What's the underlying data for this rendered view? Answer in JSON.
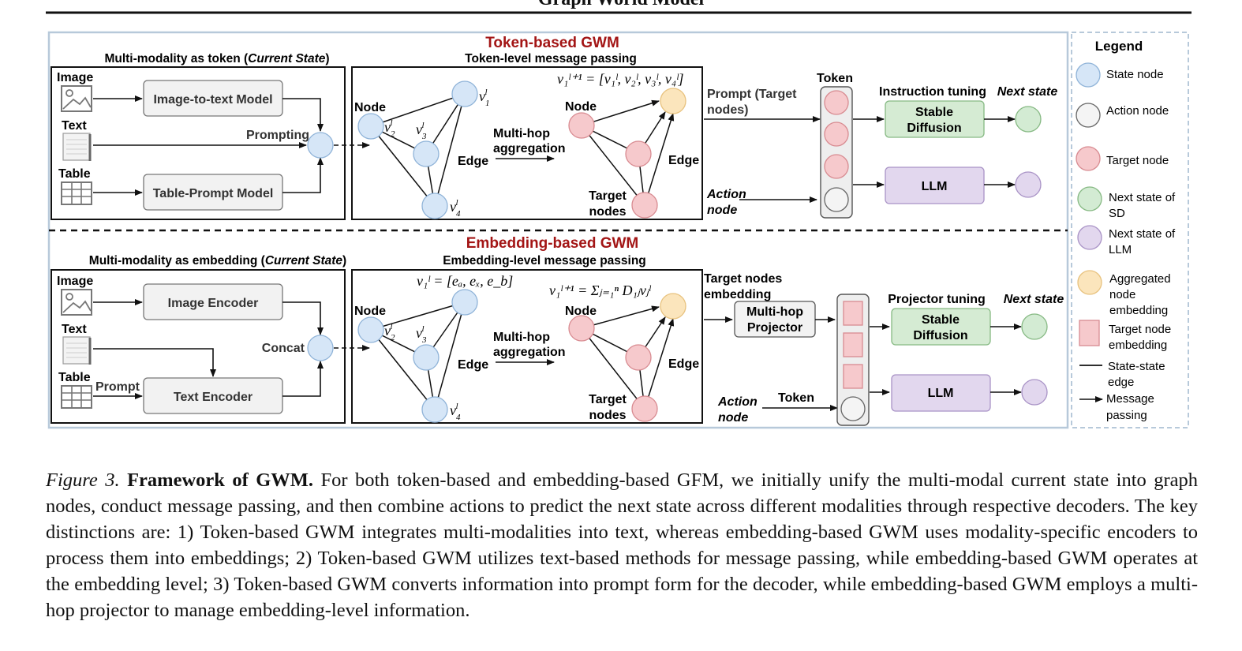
{
  "page_header": "Graph World Model",
  "figure": {
    "token_section": {
      "title": "Token-based GWM",
      "left_title_prefix": "Multi-modality as token (",
      "left_title_italic": "Current State",
      "left_title_suffix": ")",
      "mid_title": "Token-level message passing",
      "image_label": "Image",
      "text_label": "Text",
      "table_label": "Table",
      "model_top": "Image-to-text Model",
      "model_bottom": "Table-Prompt Model",
      "join_label": "Prompting",
      "node_label": "Node",
      "edge_label": "Edge",
      "v1": "v",
      "multihop_1": "Multi-hop",
      "multihop_2": "aggregation",
      "target_nodes_1": "Target",
      "target_nodes_2": "nodes",
      "formula": "v₁ˡ⁺¹ = [v₁ˡ, v₂ˡ, v₃ˡ, v₄ˡ]",
      "prompt_1": "Prompt (Target",
      "prompt_2": "nodes)",
      "action_1": "Action",
      "action_2": "node",
      "token_label": "Token",
      "tuning_label": "Instruction tuning",
      "next_state_label": "Next state",
      "sd_1": "Stable",
      "sd_2": "Diffusion",
      "llm": "LLM"
    },
    "embedding_section": {
      "title": "Embedding-based GWM",
      "left_title_prefix": "Multi-modality as embedding (",
      "left_title_italic": "Current State",
      "left_title_suffix": ")",
      "mid_title": "Embedding-level message passing",
      "image_label": "Image",
      "text_label": "Text",
      "table_label": "Table",
      "prompt_label": "Prompt",
      "model_top": "Image Encoder",
      "model_bottom": "Text Encoder",
      "join_label": "Concat",
      "node_label": "Node",
      "edge_label": "Edge",
      "multihop_1": "Multi-hop",
      "multihop_2": "aggregation",
      "target_nodes_1": "Target",
      "target_nodes_2": "nodes",
      "formula_1": "v₁ˡ = [eₐ, eₓ, e_b]",
      "formula_2": "v₁ˡ⁺¹ = Σⱼ₌₁ⁿ D₁ⱼvⱼˡ",
      "target_emb_1": "Target nodes",
      "target_emb_2": "embedding",
      "projector_1": "Multi-hop",
      "projector_2": "Projector",
      "action_1": "Action",
      "action_2": "node",
      "token_label": "Token",
      "tuning_label": "Projector tuning",
      "next_state_label": "Next state",
      "sd_1": "Stable",
      "sd_2": "Diffusion",
      "llm": "LLM"
    },
    "legend": {
      "title": "Legend",
      "items": [
        {
          "label_1": "State node",
          "label_2": "",
          "label_3": "",
          "color": "#d6e6f7"
        },
        {
          "label_1": "Action node",
          "label_2": "",
          "label_3": "",
          "color": "#f4f4f4"
        },
        {
          "label_1": "Target node",
          "label_2": "",
          "label_3": "",
          "color": "#f6c9cc"
        },
        {
          "label_1": "Next state of",
          "label_2": "SD",
          "label_3": "",
          "color": "#d3ebd3"
        },
        {
          "label_1": "Next state of",
          "label_2": "LLM",
          "label_3": "",
          "color": "#e2d7ee"
        },
        {
          "label_1": "Aggregated",
          "label_2": "node",
          "label_3": "embedding",
          "color": "#fbe5bc"
        },
        {
          "label_1": "Target node",
          "label_2": "embedding",
          "label_3": "",
          "color": "#f6c9cc"
        },
        {
          "label_1": "State-state",
          "label_2": "edge",
          "label_3": ""
        },
        {
          "label_1": "Message",
          "label_2": "passing",
          "label_3": ""
        }
      ]
    },
    "colors": {
      "title_red": "#a31515",
      "state_node": "#d6e6f7",
      "action_node": "#f4f4f4",
      "target_node": "#f6c9cc",
      "sd_node": "#d3ebd3",
      "llm_node": "#e2d7ee",
      "aggregated_node": "#fbe5bc",
      "sd_box": "#d5ebd3",
      "llm_box": "#e2d7ee",
      "panel_border": "#b7c9da"
    }
  },
  "caption": {
    "label": "Figure 3.",
    "bold": "Framework of GWM.",
    "text": " For both token-based and embedding-based GFM, we initially unify the multi-modal current state into graph nodes, conduct message passing, and then combine actions to predict the next state across different modalities through respective decoders. The key distinctions are: 1) Token-based GWM integrates multi-modalities into text, whereas embedding-based GWM uses modality-specific encoders to process them into embeddings; 2) Token-based GWM utilizes text-based methods for message passing, while embedding-based GWM operates at the embedding level; 3) Token-based GWM converts information into prompt form for the decoder, while embedding-based GWM employs a multi-hop projector to manage embedding-level information."
  }
}
